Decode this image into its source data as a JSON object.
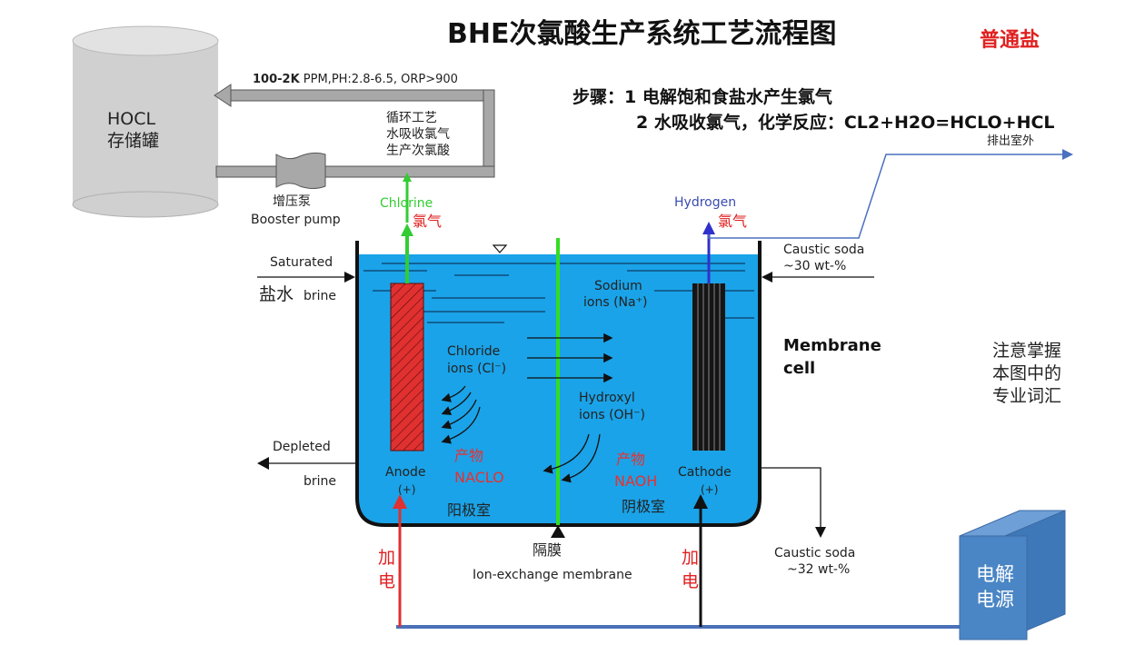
{
  "title": "BHE次氯酸生产系统工艺流程图",
  "salt_type": "普通盐",
  "steps": {
    "label": "步骤：",
    "step1": "1 电解饱和食盐水产生氯气",
    "step2": "2  水吸收氯气，化学反应：CL2+H2O=HCLO+HCL"
  },
  "tank": {
    "line1": "HOCL",
    "line2": "存储罐"
  },
  "pump": {
    "cn": "增压泵",
    "en": "Booster pump"
  },
  "loop": {
    "spec_bold": "100-2K",
    "spec_rest": " PPM,PH:2.8-6.5, ORP>900",
    "line1": "循环工艺",
    "line2": "水吸收氯气",
    "line3": "生产次氯酸"
  },
  "exhaust": "排出室外",
  "chlorine": {
    "en": "Chlorine",
    "cn": "氯气"
  },
  "hydrogen": {
    "en": "Hydrogen",
    "cn": "氯气"
  },
  "saturated": "Saturated",
  "brine_cn": "盐水",
  "brine_en": "brine",
  "depleted": "Depleted",
  "depleted_brine": "brine",
  "caustic_in": {
    "line1": "Caustic soda",
    "line2": "~30 wt-%"
  },
  "caustic_out": {
    "line1": "Caustic soda",
    "line2": "~32 wt-%"
  },
  "sodium": {
    "line1": "Sodium",
    "line2": "ions (Na⁺)"
  },
  "chloride": {
    "line1": "Chloride",
    "line2": "ions (Cl⁻)"
  },
  "hydroxyl": {
    "line1": "Hydroxyl",
    "line2": "ions (OH⁻)"
  },
  "product_anode": {
    "cn": "产物",
    "en": "NACLO"
  },
  "product_cathode": {
    "cn": "产物",
    "en": "NAOH"
  },
  "anode": {
    "label": "Anode",
    "sign": "(+)",
    "chamber": "阳极室"
  },
  "cathode": {
    "label": "Cathode",
    "sign": "(+)",
    "chamber": "阴极室"
  },
  "membrane_cell": {
    "line1": "Membrane",
    "line2": "cell"
  },
  "membrane": {
    "cn": "隔膜",
    "en": "Ion-exchange membrane"
  },
  "power_left": {
    "line1": "加",
    "line2": "电"
  },
  "power_right": {
    "line1": "加",
    "line2": "电"
  },
  "power_supply": {
    "line1": "电解",
    "line2": "电源"
  },
  "note": {
    "line1": "注意掌握",
    "line2": "本图中的",
    "line3": "专业词汇"
  },
  "colors": {
    "water": "#1aa3e8",
    "anode": "#e03030",
    "cathode": "#151515",
    "membrane": "#33dd22",
    "chlorine": "#33cc33",
    "hydrogen": "#3030cc",
    "tank": "#d0d0d0",
    "pipe": "#a8a8a8",
    "power_box": "#4a86c5",
    "wire": "#4a70b8",
    "red_text": "#e02020"
  }
}
